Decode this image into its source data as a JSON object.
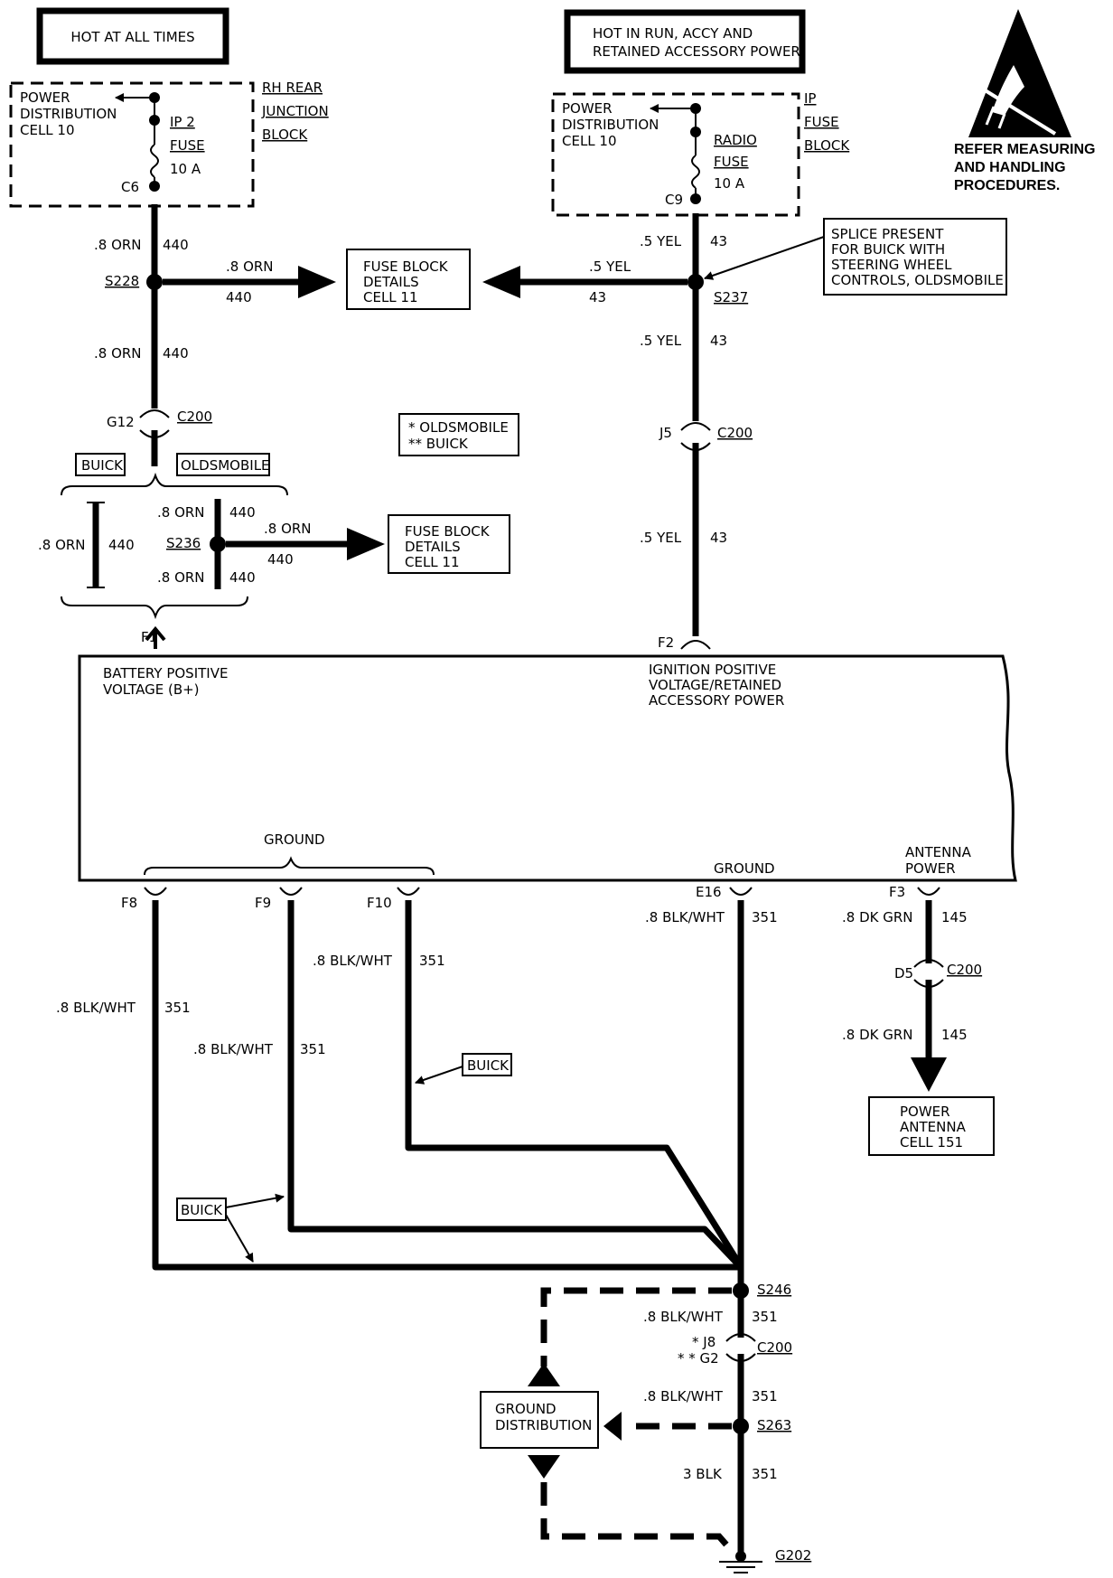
{
  "headers": {
    "left": "HOT AT ALL TIMES",
    "right_line1": "HOT IN RUN, ACCY AND",
    "right_line2": "RETAINED ACCESSORY POWER"
  },
  "warning": {
    "line1": "REFER MEASURING",
    "line2": "AND HANDLING",
    "line3": "PROCEDURES."
  },
  "fuse_left": {
    "pd_line1": "POWER",
    "pd_line2": "DISTRIBUTION",
    "pd_line3": "CELL 10",
    "fuse_name": "IP 2",
    "fuse_label": "FUSE",
    "rating": "10 A",
    "terminal": "C6",
    "block_line1": "RH REAR",
    "block_line2": "JUNCTION",
    "block_line3": "BLOCK"
  },
  "fuse_right": {
    "pd_line1": "POWER",
    "pd_line2": "DISTRIBUTION",
    "pd_line3": "CELL 10",
    "fuse_name": "RADIO",
    "fuse_label": "FUSE",
    "rating": "10 A",
    "terminal": "C9",
    "block_line1": "IP",
    "block_line2": "FUSE",
    "block_line3": "BLOCK"
  },
  "wires": {
    "orn8": ".8 ORN",
    "n440": "440",
    "yel5": ".5 YEL",
    "n43": "43",
    "blkwht8": ".8 BLK/WHT",
    "n351": "351",
    "dkgrn8": ".8 DK GRN",
    "n145": "145",
    "blk3": "3 BLK"
  },
  "splices": {
    "s228": "S228",
    "s236": "S236",
    "s237": "S237",
    "s246": "S246",
    "s263": "S263",
    "g202": "G202"
  },
  "connectors": {
    "g12": "G12",
    "c200": "C200",
    "j5": "J5",
    "d5": "D5",
    "j8": "* J8",
    "g2": "* * G2"
  },
  "fuse_block_details": {
    "line1": "FUSE BLOCK",
    "line2": "DETAILS",
    "line3": "CELL 11"
  },
  "splice_note": {
    "line1": "SPLICE PRESENT",
    "line2": "FOR BUICK WITH",
    "line3": "STEERING WHEEL",
    "line4": "CONTROLS, OLDSMOBILE"
  },
  "legend": {
    "line1": "* OLDSMOBILE",
    "line2": "** BUICK"
  },
  "variants": {
    "buick": "BUICK",
    "oldsmobile": "OLDSMOBILE"
  },
  "module": {
    "f1": "F1",
    "f2": "F2",
    "bat_line1": "BATTERY POSITIVE",
    "bat_line2": "VOLTAGE (B+)",
    "ign_line1": "IGNITION POSITIVE",
    "ign_line2": "VOLTAGE/RETAINED",
    "ign_line3": "ACCESSORY POWER",
    "ground": "GROUND",
    "f8": "F8",
    "f9": "F9",
    "f10": "F10",
    "e16": "E16",
    "f3": "F3",
    "ant_line1": "ANTENNA",
    "ant_line2": "POWER"
  },
  "power_antenna": {
    "line1": "POWER",
    "line2": "ANTENNA",
    "line3": "CELL 151"
  },
  "ground_distribution": {
    "line1": "GROUND",
    "line2": "DISTRIBUTION"
  },
  "icon": "esd-warning-icon"
}
